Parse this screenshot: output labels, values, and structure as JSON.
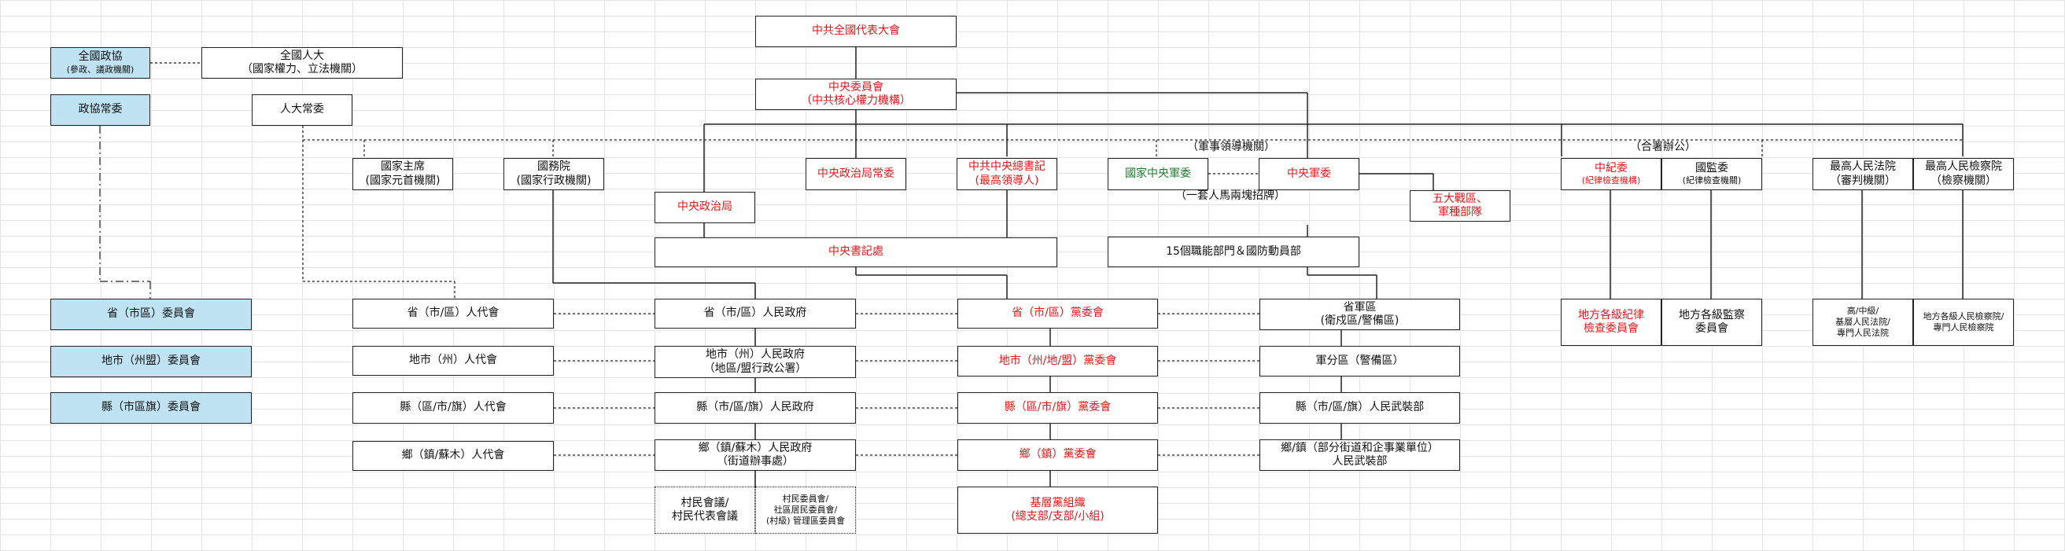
{
  "nodes": {
    "ccp_congress": {
      "l1": "中共全國代表大會",
      "l2": ""
    },
    "central_committee": {
      "l1": "中央委員會",
      "l2": "（中共核心權力機構）"
    },
    "cppcc": {
      "l1": "全國政協",
      "l2": "(參政、議政機關)"
    },
    "npc": {
      "l1": "全國人大",
      "l2": "（國家權力、立法機關）"
    },
    "cppcc_standing": {
      "l1": "政協常委",
      "l2": ""
    },
    "npc_standing": {
      "l1": "人大常委",
      "l2": ""
    },
    "president": {
      "l1": "國家主席",
      "l2": "(國家元首機關)"
    },
    "state_council": {
      "l1": "國務院",
      "l2": "(國家行政機關)"
    },
    "politburo": {
      "l1": "中央政治局",
      "l2": ""
    },
    "politburo_standing": {
      "l1": "中央政治局常委",
      "l2": ""
    },
    "general_secretary": {
      "l1": "中共中央總書記",
      "l2": "(最高領導人)"
    },
    "state_cmc": {
      "l1": "國家中央軍委",
      "l2": ""
    },
    "party_cmc": {
      "l1": "中央軍委",
      "l2": ""
    },
    "theater_commands": {
      "l1": "五大戰區、",
      "l2": "軍種部隊"
    },
    "ccdi": {
      "l1": "中紀委",
      "l2": "(紀律檢查機構)"
    },
    "nsc": {
      "l1": "國監委",
      "l2": "(紀律檢查機關)"
    },
    "supreme_court": {
      "l1": "最高人民法院",
      "l2": "（審判機關）"
    },
    "supreme_procuratorate": {
      "l1": "最高人民檢察院",
      "l2": "（檢察機關）"
    },
    "secretariat": {
      "l1": "中央書記處",
      "l2": ""
    },
    "cmc_departments": {
      "l1": "15個職能部門＆國防動員部",
      "l2": ""
    },
    "prov_cppcc": {
      "l1": "省（市區）委員會",
      "l2": ""
    },
    "pref_cppcc": {
      "l1": "地市（州盟）委員會",
      "l2": ""
    },
    "county_cppcc": {
      "l1": "縣（市區旗）委員會",
      "l2": ""
    },
    "prov_pc": {
      "l1": "省（市/區）人代會",
      "l2": ""
    },
    "pref_pc": {
      "l1": "地市（州）人代會",
      "l2": ""
    },
    "county_pc": {
      "l1": "縣（區/市/旗）人代會",
      "l2": ""
    },
    "town_pc": {
      "l1": "鄉（鎮/蘇木）人代會",
      "l2": ""
    },
    "prov_gov": {
      "l1": "省（市/區）人民政府",
      "l2": ""
    },
    "pref_gov": {
      "l1": "地市（州）人民政府",
      "l2": "（地區/盟行政公署）"
    },
    "county_gov": {
      "l1": "縣（市/區/旗）人民政府",
      "l2": ""
    },
    "town_gov": {
      "l1": "鄉（鎮/蘇木）人民政府",
      "l2": "（街道辦事處）"
    },
    "village_assembly": {
      "l1": "村民會議/",
      "l2": "村民代表會議"
    },
    "village_committee": {
      "l1": "村民委員會/",
      "l2": "社區居民委員會/",
      "l3": "(村級) 管理區委員會"
    },
    "prov_party": {
      "l1": "省（市/區）黨委會",
      "l2": ""
    },
    "pref_party": {
      "l1": "地市（州/地/盟）黨委會",
      "l2": ""
    },
    "county_party": {
      "l1": "縣（區/市/旗）黨委會",
      "l2": ""
    },
    "town_party": {
      "l1": "鄉（鎮）黨委會",
      "l2": ""
    },
    "grassroots_party": {
      "l1": "基層黨組織",
      "l2": "(總支部/支部/小組)"
    },
    "prov_military": {
      "l1": "省軍區",
      "l2": "(衛戍區/警備區)"
    },
    "military_subdistrict": {
      "l1": "軍分區（警備區）",
      "l2": ""
    },
    "county_armed": {
      "l1": "縣（市/區/旗）人民武裝部",
      "l2": ""
    },
    "town_armed": {
      "l1": "鄉/鎮（部分街道和企事業單位）",
      "l2": "人民武裝部"
    },
    "local_discipline": {
      "l1": "地方各級紀律",
      "l2": "檢查委員會"
    },
    "local_supervision": {
      "l1": "地方各級監察",
      "l2": "委員會"
    },
    "local_courts": {
      "l1": "高/中級/",
      "l2": "基層人民法院/",
      "l3": "專門人民法院"
    },
    "local_procuratorates": {
      "l1": "地方各級人民檢察院/",
      "l2": "專門人民檢察院"
    }
  },
  "labels": {
    "military_leadership": "（軍事領導機關）",
    "joint_office": "（合署辦公）",
    "one_set_two_signs": "（一套人馬兩塊招牌）"
  },
  "colors": {
    "red": "#e8161b",
    "green": "#1b7a2c",
    "blue_fill": "#bfe3f2",
    "line": "#222222"
  }
}
